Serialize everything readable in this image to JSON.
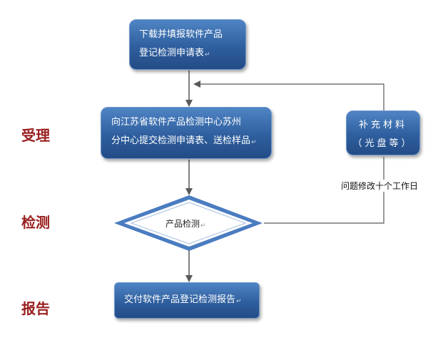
{
  "side_labels": {
    "accept": "受理",
    "test": "检测",
    "report": "报告"
  },
  "boxes": {
    "download": {
      "line1": "下载并填报软件产品",
      "line2": "登记检测申请表"
    },
    "submit": {
      "line1": "向江苏省软件产品检测中心苏州",
      "line2": "分中心提交检测申请表、送检样品"
    },
    "supplement": {
      "line1": "补充材料",
      "line2": "（光盘等）"
    },
    "report": {
      "line1": "交付软件产品登记检测报告"
    }
  },
  "decision": {
    "label": "产品检测"
  },
  "notes": {
    "fix_deadline": "问题修改十个工作日"
  },
  "marks": {
    "paragraph_return": "↵"
  },
  "colors": {
    "box_fill": "#2f5f9e",
    "diamond_border": "#3b6fb5",
    "arrow": "#595959",
    "side_label": "#9a1f1f"
  }
}
